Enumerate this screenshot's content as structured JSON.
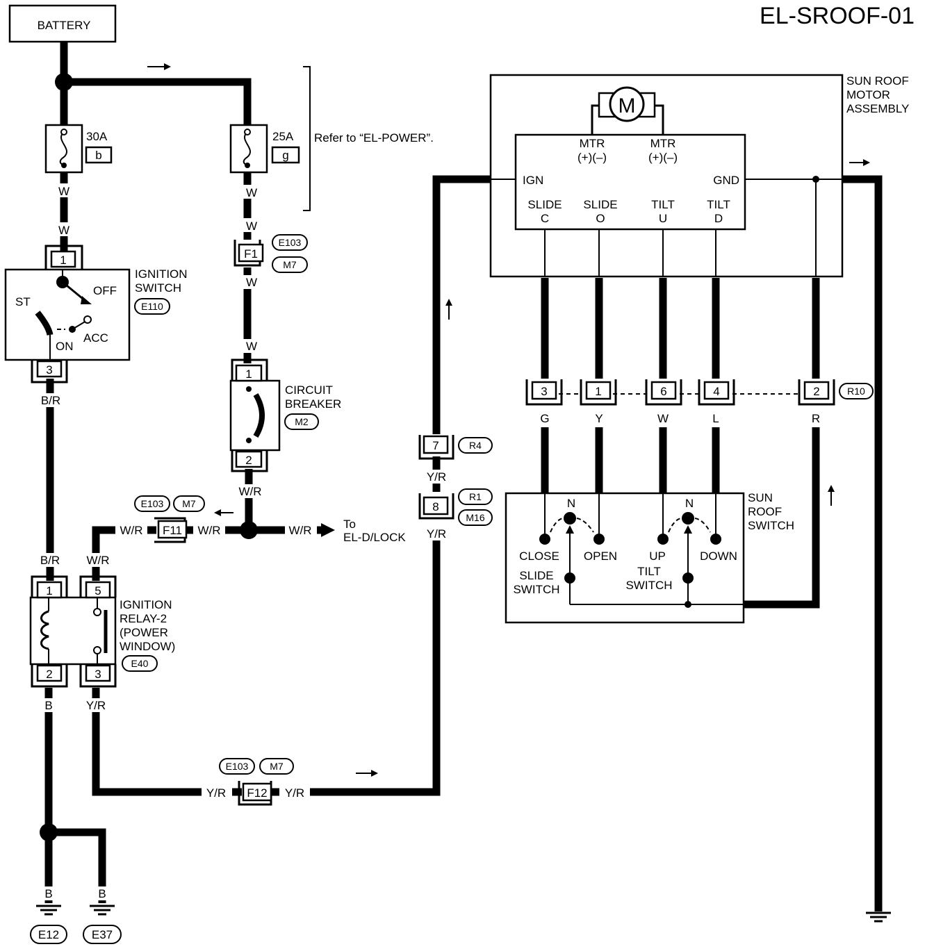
{
  "title": "EL-SROOF-01",
  "battery": "BATTERY",
  "fuses": [
    {
      "rating": "30A",
      "id": "b"
    },
    {
      "rating": "25A",
      "id": "g"
    }
  ],
  "refer_note": "Refer to “EL-POWER”.",
  "ignition_switch": {
    "label": [
      "IGNITION",
      "SWITCH"
    ],
    "connector": "E110",
    "positions": {
      "st": "ST",
      "off": "OFF",
      "acc": "ACC",
      "on": "ON"
    },
    "pin_top": "1",
    "pin_bottom": "3"
  },
  "circuit_breaker": {
    "label": [
      "CIRCUIT",
      "BREAKER"
    ],
    "connector": "M2",
    "pin_top": "1",
    "pin_bottom": "2"
  },
  "ignition_relay": {
    "label": [
      "IGNITION",
      "RELAY-2",
      "(POWER",
      "WINDOW)"
    ],
    "connector": "E40",
    "pins": [
      "1",
      "5",
      "2",
      "3"
    ]
  },
  "motor": {
    "symbol": "M",
    "label": [
      "SUN ROOF",
      "MOTOR",
      "ASSEMBLY"
    ]
  },
  "motor_terminals": {
    "mtr1": [
      "MTR",
      "(+)(–)"
    ],
    "mtr2": [
      "MTR",
      "(+)(–)"
    ],
    "ign": "IGN",
    "gnd": "GND",
    "slide_c": [
      "SLIDE",
      "C"
    ],
    "slide_o": [
      "SLIDE",
      "O"
    ],
    "tilt_u": [
      "TILT",
      "U"
    ],
    "tilt_d": [
      "TILT",
      "D"
    ]
  },
  "r10_pins": [
    "3",
    "1",
    "6",
    "4",
    "2"
  ],
  "r10_id": "R10",
  "r10_wires": [
    "G",
    "Y",
    "W",
    "L",
    "R"
  ],
  "sunroof_switch": {
    "label": [
      "SUN",
      "ROOF",
      "SWITCH"
    ],
    "n": "N",
    "close": "CLOSE",
    "open": "OPEN",
    "up": "UP",
    "down": "DOWN",
    "slide_switch": [
      "SLIDE",
      "SWITCH"
    ],
    "tilt_switch": [
      "TILT",
      "SWITCH"
    ]
  },
  "connectors": {
    "f1": "F1",
    "e103": "E103",
    "m7": "M7",
    "f11": "F11",
    "f12": "F12",
    "r4_pin": "7",
    "r4": "R4",
    "r1_pin": "8",
    "r1": "R1",
    "m16": "M16"
  },
  "wires": {
    "w": "W",
    "br": "B/R",
    "wr": "W/R",
    "yr": "Y/R",
    "b": "B"
  },
  "to_note": [
    "To",
    "EL-D/LOCK"
  ],
  "grounds": [
    "E12",
    "E37"
  ]
}
